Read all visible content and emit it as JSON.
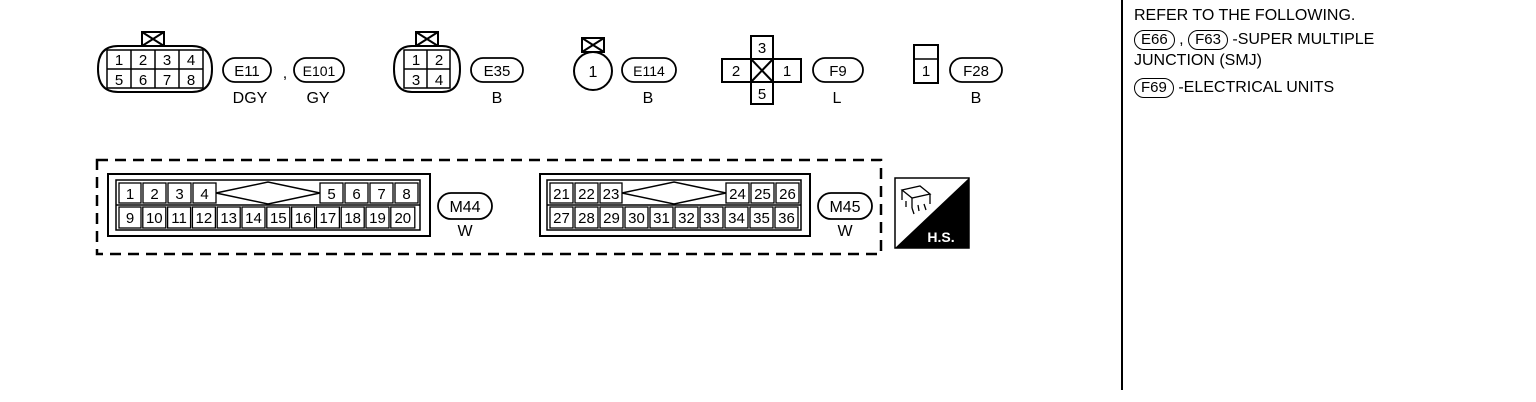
{
  "connectors_top": {
    "c8": {
      "pins_top": [
        "1",
        "2",
        "3",
        "4"
      ],
      "pins_bottom": [
        "5",
        "6",
        "7",
        "8"
      ]
    },
    "e11": {
      "id": "E11",
      "color": "DGY"
    },
    "comma": ",",
    "e101": {
      "id": "E101",
      "color": "GY"
    },
    "c4": {
      "pins_top": [
        "1",
        "2"
      ],
      "pins_bottom": [
        "3",
        "4"
      ]
    },
    "e35": {
      "id": "E35",
      "color": "B"
    },
    "c1": {
      "pin": "1"
    },
    "e114": {
      "id": "E114",
      "color": "B"
    },
    "cross": {
      "top": "3",
      "left": "2",
      "right": "1",
      "bottom": "5"
    },
    "f9": {
      "id": "F9",
      "color": "L"
    },
    "single": {
      "pin": "1"
    },
    "f28": {
      "id": "F28",
      "color": "B"
    }
  },
  "connectors_bottom": {
    "m44_pins_top": [
      "1",
      "2",
      "3",
      "4",
      "5",
      "6",
      "7",
      "8"
    ],
    "m44_pins_bottom": [
      "9",
      "10",
      "11",
      "12",
      "13",
      "14",
      "15",
      "16",
      "17",
      "18",
      "19",
      "20"
    ],
    "m44": {
      "id": "M44",
      "color": "W"
    },
    "m45_pins_top": [
      "21",
      "22",
      "23",
      "24",
      "25",
      "26"
    ],
    "m45_pins_bottom": [
      "27",
      "28",
      "29",
      "30",
      "31",
      "32",
      "33",
      "34",
      "35",
      "36"
    ],
    "m45": {
      "id": "M45",
      "color": "W"
    },
    "hs_label": "H.S."
  },
  "legend": {
    "heading": "REFER TO THE FOLLOWING.",
    "ref1": "E66",
    "comma": ",",
    "ref2": "F63",
    "desc1_a": "-SUPER MULTIPLE",
    "desc1_b": "JUNCTION (SMJ)",
    "ref3": "F69",
    "desc2": "-ELECTRICAL UNITS"
  }
}
